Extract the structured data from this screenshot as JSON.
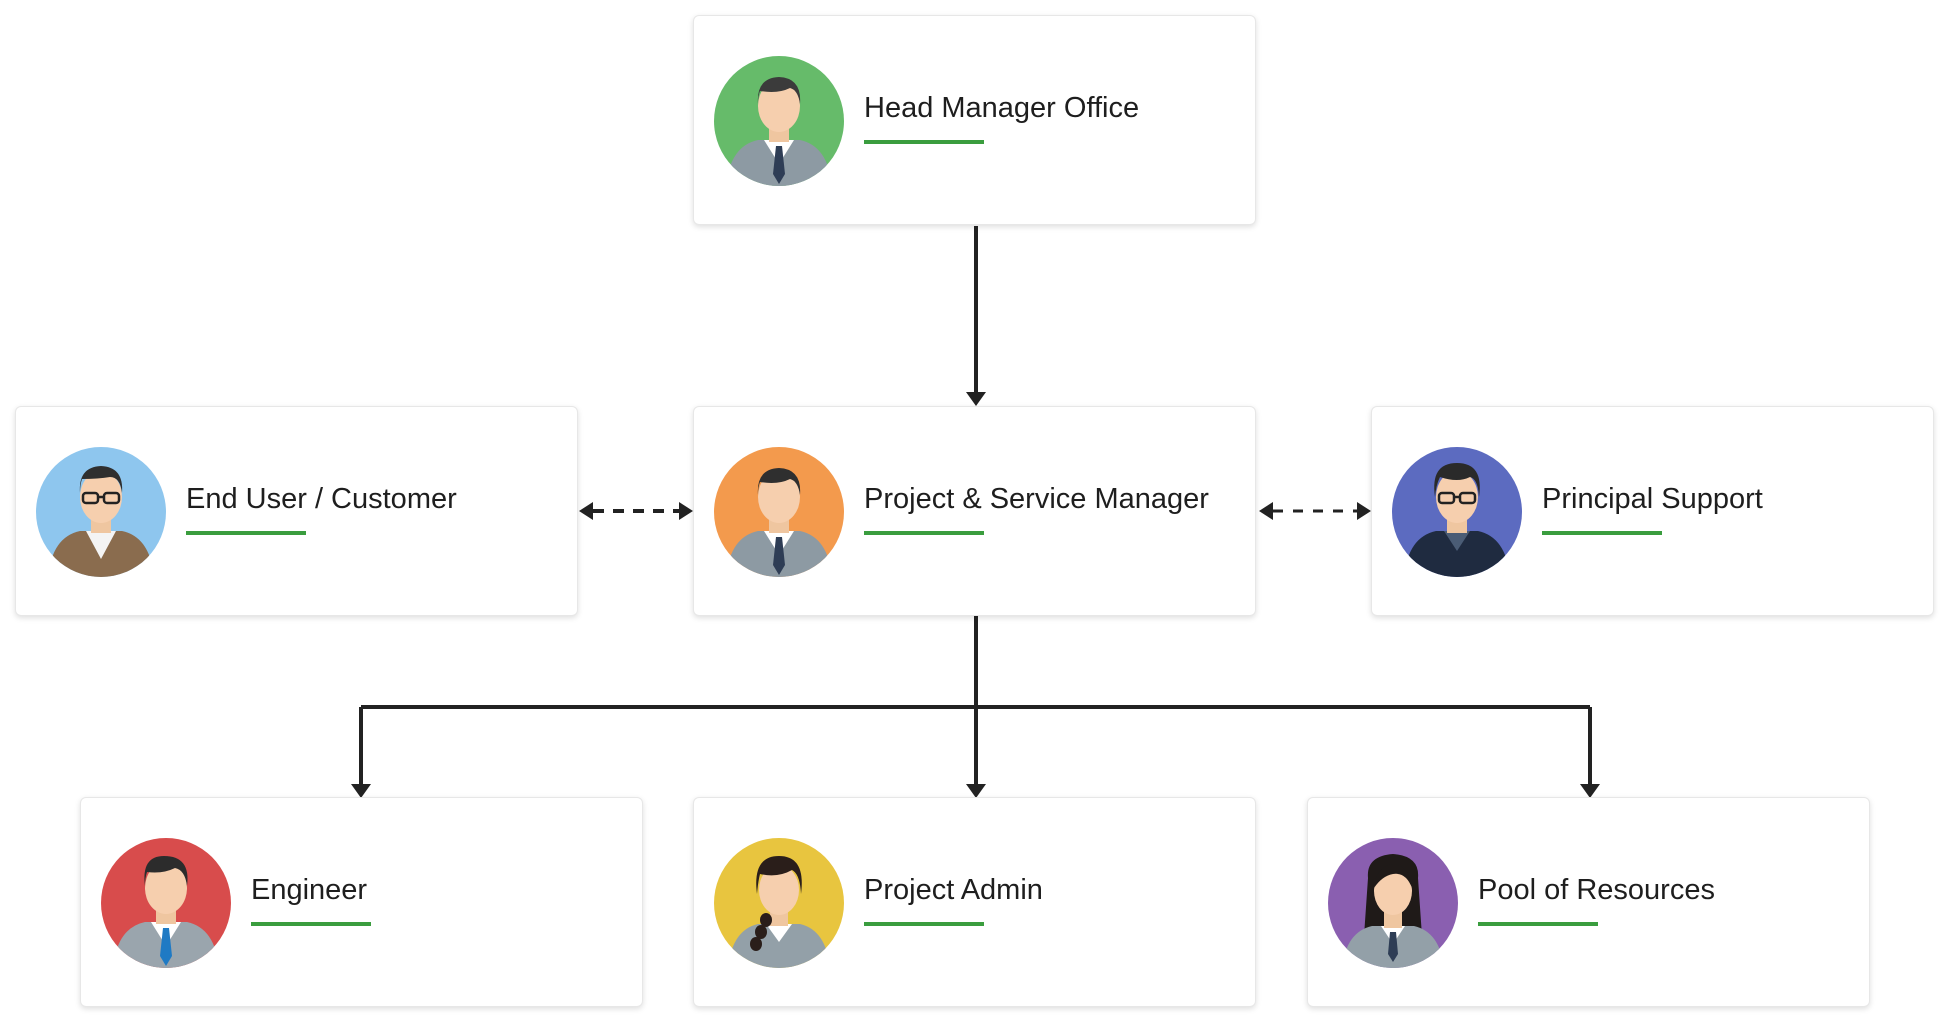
{
  "nodes": {
    "head": {
      "label": "Head Manager Office",
      "avatar_color": "#66bb6a",
      "icon": "man-suit-avatar-icon"
    },
    "end_user": {
      "label": "End User / Customer",
      "avatar_color": "#8ec6ee",
      "icon": "man-glasses-brown-jacket-avatar-icon"
    },
    "psm": {
      "label": "Project & Service Manager",
      "avatar_color": "#f39a4d",
      "icon": "man-suit-avatar-icon"
    },
    "principal": {
      "label": "Principal Support",
      "avatar_color": "#5c6bc0",
      "icon": "man-glasses-dark-suit-avatar-icon"
    },
    "engineer": {
      "label": "Engineer",
      "avatar_color": "#d84c4c",
      "icon": "man-suit-blue-tie-avatar-icon"
    },
    "admin": {
      "label": "Project Admin",
      "avatar_color": "#e8c53f",
      "icon": "woman-braid-avatar-icon"
    },
    "pool": {
      "label": "Pool of Resources",
      "avatar_color": "#8a5fb0",
      "icon": "woman-long-hair-avatar-icon"
    }
  },
  "colors": {
    "underline": "#3a9d3e",
    "connector": "#222222",
    "card_border": "#e7e7e7"
  }
}
